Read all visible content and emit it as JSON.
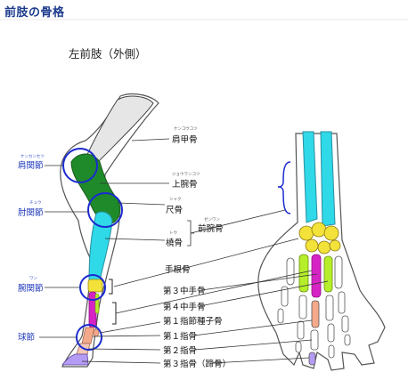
{
  "page": {
    "title": "前肢の骨格"
  },
  "figure": {
    "subtitle": "左前肢（外側）"
  },
  "joints": [
    {
      "label": "肩関節",
      "ruby": "ケンカンセツ"
    },
    {
      "label": "肘関節",
      "ruby": "チュウ"
    },
    {
      "label": "腕関節",
      "ruby": "ワン"
    },
    {
      "label": "球節",
      "ruby": ""
    }
  ],
  "bones": [
    {
      "label": "肩甲骨",
      "ruby": "ケンコウコツ"
    },
    {
      "label": "上腕骨",
      "ruby": "ジョウワンコツ"
    },
    {
      "label": "尺骨",
      "ruby": "シャク"
    },
    {
      "label": "橈骨",
      "ruby": "トウ"
    },
    {
      "label": "前腕骨",
      "ruby": "ゼンワン"
    },
    {
      "label": "手根骨",
      "ruby": ""
    },
    {
      "label": "第３中手骨",
      "ruby": ""
    },
    {
      "label": "第４中手骨",
      "ruby": ""
    },
    {
      "label": "第１指節種子骨",
      "ruby": ""
    },
    {
      "label": "第１指骨",
      "ruby": ""
    },
    {
      "label": "第２指骨",
      "ruby": ""
    },
    {
      "label": "第３指骨（蹄骨）",
      "ruby": ""
    }
  ],
  "colors": {
    "scapula": "#e6e6e6",
    "humerus": "#1f8a2a",
    "radius": "#2fd9e8",
    "ulna": "#2fd9e8",
    "carpals": "#f3e23a",
    "metacarpal3": "#b6ef2a",
    "metacarpal4": "#d623c4",
    "phalanx1": "#f4a98a",
    "phalanx3": "#b49cf5",
    "joint_circle": "#1b2ad0",
    "title": "#1b3a8c"
  }
}
